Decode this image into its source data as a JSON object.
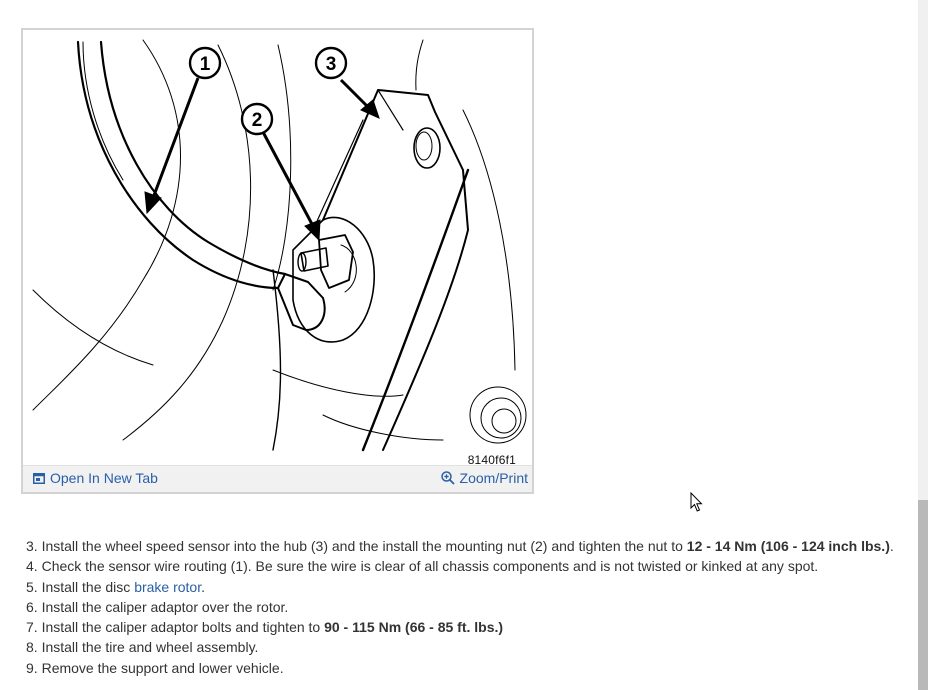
{
  "figure": {
    "code": "8140f6f1",
    "callouts": [
      "1",
      "2",
      "3"
    ],
    "open_tab_label": "Open In New Tab",
    "zoom_print_label": "Zoom/Print"
  },
  "steps": [
    {
      "num": "3.",
      "parts": [
        {
          "t": "Install the wheel speed sensor into the hub (3) and the install the mounting nut (2) and tighten the nut to "
        },
        {
          "t": "12 - 14 Nm (106 - 124 inch lbs.)",
          "b": true
        },
        {
          "t": "."
        }
      ]
    },
    {
      "num": "4.",
      "parts": [
        {
          "t": "Check the sensor wire routing (1). Be sure the wire is clear of all chassis components and is not twisted or kinked at any spot."
        }
      ]
    },
    {
      "num": "5.",
      "parts": [
        {
          "t": "Install the disc "
        },
        {
          "t": "brake rotor",
          "link": true
        },
        {
          "t": "."
        }
      ]
    },
    {
      "num": "6.",
      "parts": [
        {
          "t": "Install the caliper adaptor over the rotor."
        }
      ]
    },
    {
      "num": "7.",
      "parts": [
        {
          "t": "Install the caliper adaptor bolts and tighten to "
        },
        {
          "t": "90 - 115 Nm (66 - 85 ft. lbs.)",
          "b": true
        }
      ]
    },
    {
      "num": "8.",
      "parts": [
        {
          "t": "Install the tire and wheel assembly."
        }
      ]
    },
    {
      "num": "9.",
      "parts": [
        {
          "t": "Remove the support and lower vehicle."
        }
      ]
    }
  ],
  "colors": {
    "link": "#2a5fa8",
    "text": "#333333",
    "toolbar": "#f1f1f1"
  },
  "icons": {
    "open_tab": "open-new-tab-icon",
    "zoom": "zoom-in-icon",
    "cursor": "mouse-pointer-icon"
  }
}
